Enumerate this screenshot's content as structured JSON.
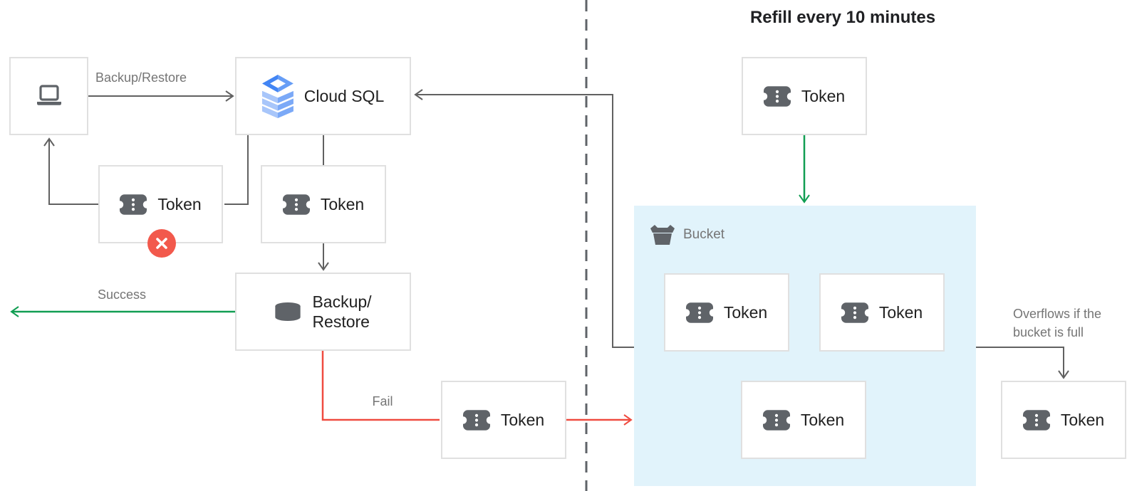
{
  "title": "Refill every 10 minutes",
  "nodes": {
    "cloud_sql": {
      "label": "Cloud SQL"
    },
    "backup_restore": {
      "line1": "Backup/",
      "line2": "Restore"
    },
    "token": {
      "label": "Token"
    },
    "client": {
      "icon": "laptop-icon"
    }
  },
  "labels": {
    "backup_restore_flow": "Backup/Restore",
    "success": "Success",
    "fail": "Fail",
    "bucket": "Bucket",
    "overflow_line1": "Overflows if the",
    "overflow_line2": "bucket is full"
  },
  "colors": {
    "success_green": "#119e52",
    "fail_red": "#ef4b40",
    "error_badge_red": "#f2594c",
    "bucket_background": "#e1f3fb",
    "connector_gray": "#616161",
    "divider_gray": "#5f6368",
    "label_gray": "#757575",
    "node_text": "#212121",
    "node_border": "#e0e0e0",
    "icon_gray": "#5f6368",
    "cloud_sql_blue_dark": "#4285f4",
    "cloud_sql_blue_mid": "#8ab4f8",
    "cloud_sql_blue_light": "#aecbfa"
  }
}
